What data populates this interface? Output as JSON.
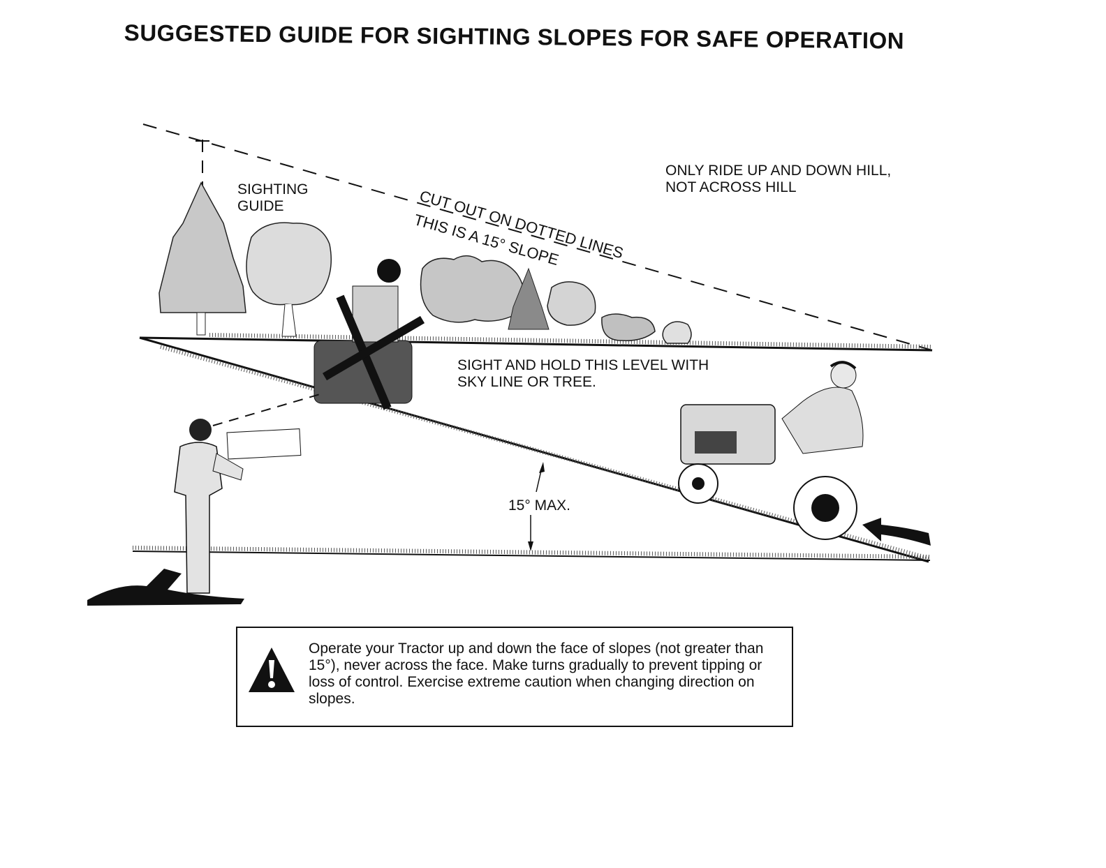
{
  "title": "SUGGESTED GUIDE FOR SIGHTING SLOPES FOR SAFE OPERATION",
  "labels": {
    "sighting_guide_line1": "SIGHTING",
    "sighting_guide_line2": "GUIDE",
    "cut_out": "CUT OUT ON DOTTED LINES",
    "slope_note": "THIS IS A 15° SLOPE",
    "ride_note_line1": "ONLY RIDE UP AND DOWN HILL,",
    "ride_note_line2": "NOT ACROSS HILL",
    "sight_hold_line1": "SIGHT AND HOLD THIS LEVEL WITH",
    "sight_hold_line2": "SKY LINE OR TREE.",
    "max_angle": "15° MAX."
  },
  "warning": {
    "icon": "warning-triangle-icon",
    "text": "Operate your Tractor up and down the face of slopes (not greater than 15°), never across the face. Make turns gradually to prevent tipping or loss of control. Exercise extreme caution when changing direction on slopes."
  }
}
